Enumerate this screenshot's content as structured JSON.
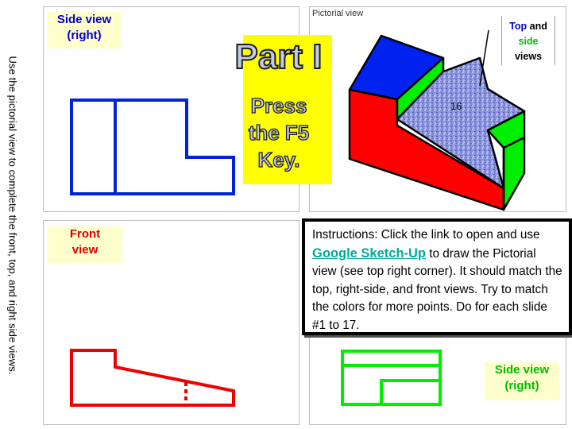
{
  "side_instruction": "Use the pictorial view to  complete the front, top, and right side views.",
  "side_view_top": {
    "line1": "Side view",
    "line2": "(right)"
  },
  "pictorial_label": "Pictorial view",
  "top_side_views": {
    "top": "Top",
    "and": " and",
    "side": "side",
    "views": "views"
  },
  "part": {
    "title": "Part I",
    "line1": "Press",
    "line2": "the F5",
    "line3": "Key."
  },
  "dimension_label": "16",
  "front_view": {
    "line1": "Front",
    "line2": "view"
  },
  "instructions": {
    "before": "Instructions:  Click the link to open and use ",
    "link": "Google Sketch-Up",
    "after": " to draw the Pictorial view (see top right corner).  It should match the top, right-side, and front views. Try to match the colors for more points. Do for each slide #1 to 17."
  },
  "side_view_bottom": {
    "line1": "Side view",
    "line2": "(right)"
  },
  "colors": {
    "side_view_lines": "#0022dd",
    "front_view_lines": "#ee0000",
    "top_view_lines": "#00ee00",
    "label_blue": "#0000cc",
    "label_red": "#dd0000",
    "label_green": "#00bb00",
    "label_background": "#ffffcc",
    "highlight_yellow": "#ffff00"
  }
}
